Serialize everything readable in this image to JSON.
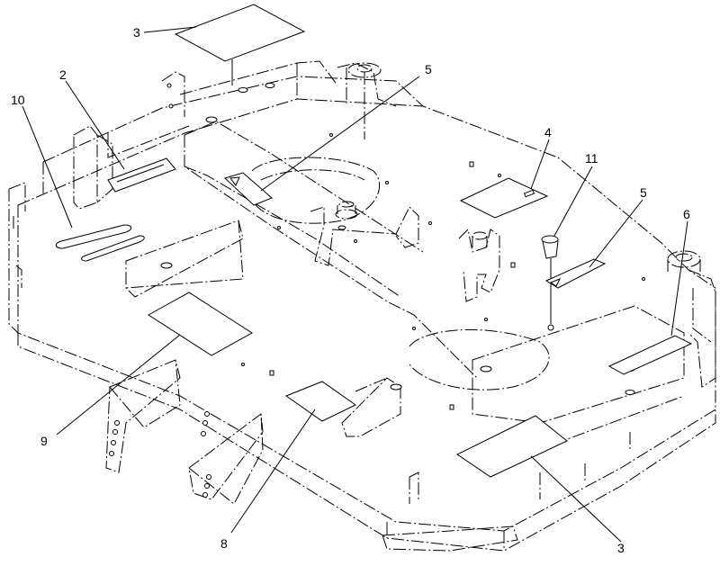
{
  "callouts": [
    {
      "id": "callout-3-top",
      "label": "3"
    },
    {
      "id": "callout-2",
      "label": "2"
    },
    {
      "id": "callout-10",
      "label": "10"
    },
    {
      "id": "callout-5-left",
      "label": "5"
    },
    {
      "id": "callout-4",
      "label": "4"
    },
    {
      "id": "callout-11",
      "label": "11"
    },
    {
      "id": "callout-5-right",
      "label": "5"
    },
    {
      "id": "callout-6",
      "label": "6"
    },
    {
      "id": "callout-9",
      "label": "9"
    },
    {
      "id": "callout-8",
      "label": "8"
    },
    {
      "id": "callout-3-bottom",
      "label": "3"
    }
  ]
}
